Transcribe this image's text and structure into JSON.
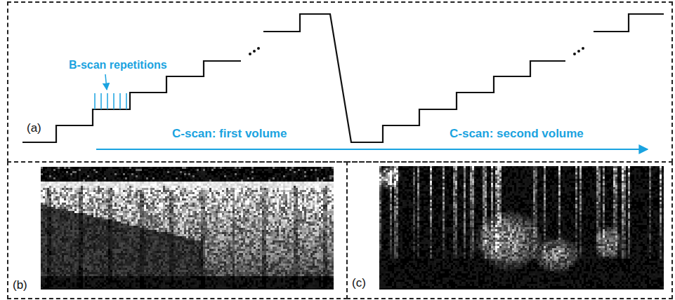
{
  "diagram": {
    "nodes": [
      {
        "text": [
          "(a)"
        ]
      },
      {
        "text": [
          "(b)"
        ]
      },
      {
        "text": [
          "(c)"
        ]
      }
    ],
    "labels": [
      "B-scan repetitions",
      "C-scan: first volume",
      "C-scan: second volume"
    ]
  }
}
